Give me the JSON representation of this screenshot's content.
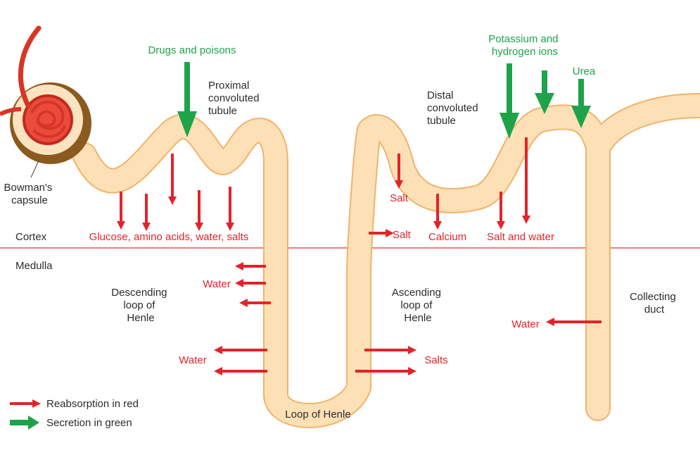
{
  "labels": {
    "bowmans_capsule": [
      "Bowman's",
      "capsule"
    ],
    "proximal_tubule": [
      "Proximal",
      "convoluted",
      "tubule"
    ],
    "distal_tubule": [
      "Distal",
      "convoluted",
      "tubule"
    ],
    "cortex": "Cortex",
    "medulla": "Medulla",
    "descending_loop": [
      "Descending",
      "loop of",
      "Henle"
    ],
    "ascending_loop": [
      "Ascending",
      "loop of",
      "Henle"
    ],
    "loop_of_henle": "Loop of Henle",
    "collecting_duct": [
      "Collecting",
      "duct"
    ]
  },
  "substances": {
    "drugs_poisons": "Drugs and poisons",
    "potassium_hydrogen": [
      "Potassium and",
      "hydrogen ions"
    ],
    "urea": "Urea",
    "glucose_etc": "Glucose, amino acids, water, salts",
    "salt_distal": "Salt",
    "salt_boundary": "Salt",
    "calcium": "Calcium",
    "salt_and_water": "Salt and water",
    "water_descending": "Water",
    "water_loop_bottom": "Water",
    "salts_ascending": "Salts",
    "water_collecting": "Water"
  },
  "legend": {
    "reabsorption": "Reabsorption in red",
    "secretion": "Secretion in green"
  },
  "colors": {
    "reabsorption": "#e2232a",
    "secretion": "#1ea34a",
    "tubule_fill": "#fde0b6",
    "tubule_outline": "#f2b26b",
    "capsule": "#8a5a1e",
    "boundary_line": "#f07d7d"
  }
}
